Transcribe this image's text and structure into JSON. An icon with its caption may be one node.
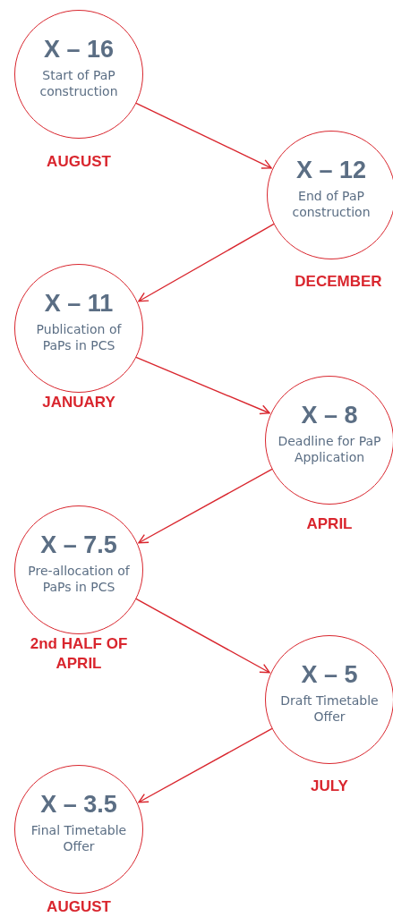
{
  "diagram": {
    "nodes": [
      {
        "text": [
          "X – 16",
          "Start of PaP construction"
        ],
        "beside": [
          "AUGUST"
        ]
      },
      {
        "text": [
          "X – 12",
          "End of PaP construction"
        ],
        "beside": [
          "DECEMBER"
        ]
      },
      {
        "text": [
          "X – 11",
          "Publication of PaPs in PCS"
        ],
        "beside": [
          "JANUARY"
        ]
      },
      {
        "text": [
          "X – 8",
          "Deadline for PaP Application"
        ],
        "beside": [
          "APRIL"
        ]
      },
      {
        "text": [
          "X – 7.5",
          "Pre-allocation of PaPs in PCS"
        ],
        "beside": [
          "2nd HALF OF APRIL"
        ]
      },
      {
        "text": [
          "X – 5",
          "Draft Timetable Offer"
        ],
        "beside": [
          "JULY"
        ]
      },
      {
        "text": [
          "X – 3.5",
          "Final Timetable Offer"
        ],
        "beside": [
          "AUGUST"
        ]
      }
    ],
    "edges": [
      {
        "from": 0,
        "to": 1,
        "arrow": "to"
      },
      {
        "from": 1,
        "to": 2,
        "arrow": "to"
      },
      {
        "from": 2,
        "to": 3,
        "arrow": "to"
      },
      {
        "from": 3,
        "to": 4,
        "arrow": "to"
      },
      {
        "from": 4,
        "to": 5,
        "arrow": "to"
      },
      {
        "from": 5,
        "to": 6,
        "arrow": "to"
      }
    ]
  }
}
